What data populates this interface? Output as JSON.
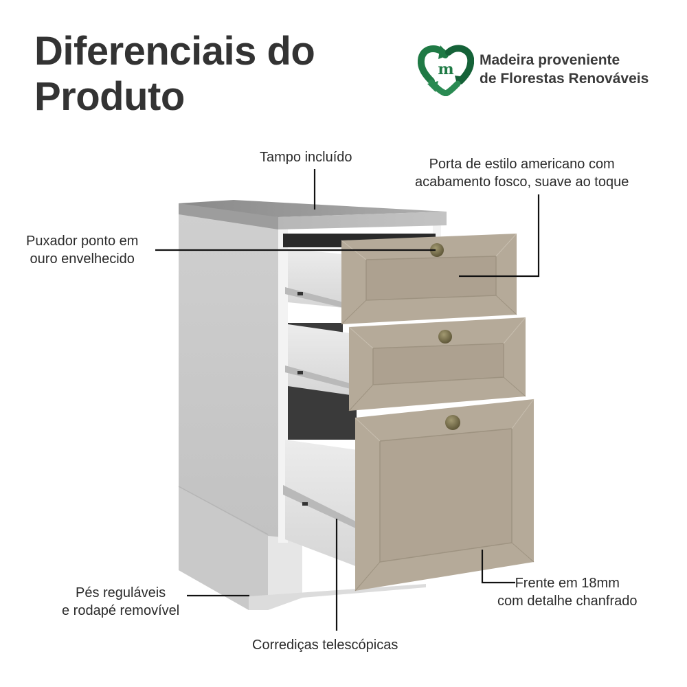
{
  "header": {
    "title_line1": "Diferenciais do",
    "title_line2": "Produto"
  },
  "badge": {
    "icon": "recycle-heart-m-icon",
    "line1": "Madeira proveniente",
    "line2": "de Florestas Renováveis",
    "color": "#1f7a45"
  },
  "callouts": {
    "top": {
      "text": "Tampo incluído"
    },
    "door_style": {
      "line1": "Porta de estilo americano com",
      "line2": "acabamento fosco, suave ao toque"
    },
    "handle": {
      "line1": "Puxador ponto em",
      "line2": "ouro envelhecido"
    },
    "feet": {
      "line1": "Pés reguláveis",
      "line2": "e rodapé removível"
    },
    "front": {
      "line1": "Frente em 18mm",
      "line2": "com detalhe chanfrado"
    },
    "slides": {
      "text": "Corrediças telescópicas"
    }
  },
  "product": {
    "drawer_count": 3,
    "colors": {
      "countertop": "#8f8f8f",
      "body": "#c4c4c4",
      "front": "#b5aa99",
      "handle": "#6b6240"
    }
  }
}
